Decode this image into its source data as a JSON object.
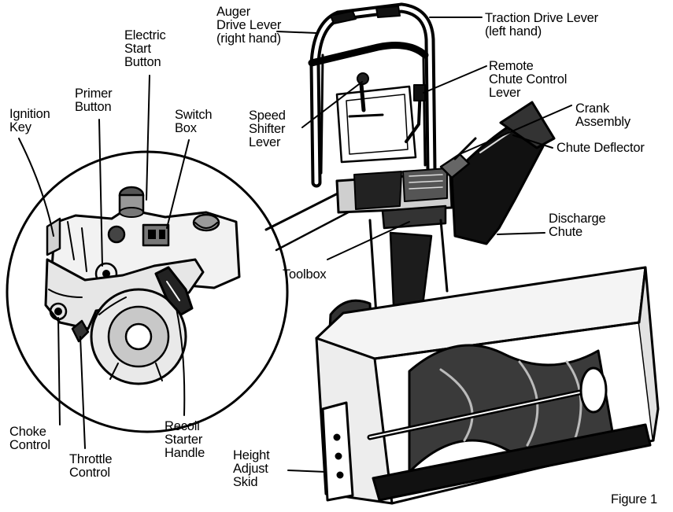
{
  "figure_caption": "Figure 1",
  "colors": {
    "ink": "#000000",
    "paper": "#ffffff"
  },
  "labels": {
    "auger": [
      "Auger",
      "Drive Lever",
      "(right hand)"
    ],
    "traction": [
      "Traction Drive Lever",
      "(left hand)"
    ],
    "electric": [
      "Electric",
      "Start",
      "Button"
    ],
    "primer": [
      "Primer",
      "Button"
    ],
    "ignition": [
      "Ignition",
      "Key"
    ],
    "switchbox": [
      "Switch",
      "Box"
    ],
    "speed": [
      "Speed",
      "Shifter",
      "Lever"
    ],
    "remote": [
      "Remote",
      "Chute Control",
      "Lever"
    ],
    "crank": [
      "Crank",
      "Assembly"
    ],
    "deflector": [
      "Chute Deflector"
    ],
    "discharge": [
      "Discharge",
      "Chute"
    ],
    "toolbox": [
      "Toolbox"
    ],
    "choke": [
      "Choke",
      "Control"
    ],
    "throttle": [
      "Throttle",
      "Control"
    ],
    "recoil": [
      "Recoil",
      "Starter",
      "Handle"
    ],
    "height": [
      "Height",
      "Adjust",
      "Skid"
    ]
  }
}
